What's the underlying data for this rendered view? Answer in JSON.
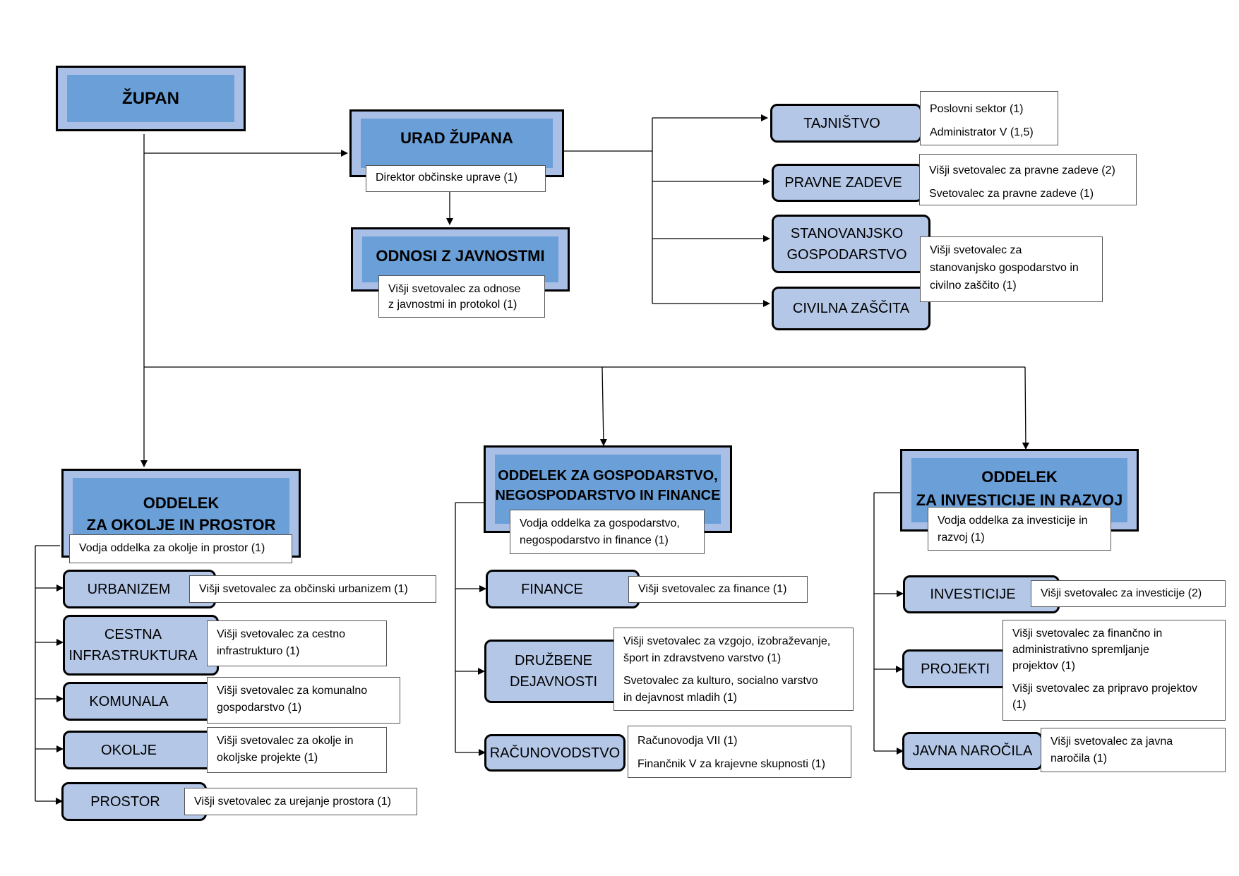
{
  "mayor": {
    "title": "ŽUPAN"
  },
  "mayor_office": {
    "title": "URAD ŽUPANA",
    "staff": [
      "Direktor občinske uprave (1)"
    ]
  },
  "public_relations": {
    "title": "ODNOSI Z JAVNOSTMI",
    "staff": [
      "Višji svetovalec za odnose",
      "z javnostmi in protokol (1)"
    ]
  },
  "office_units": [
    {
      "name": "TAJNIŠTVO",
      "staff": [
        "Poslovni sektor (1)",
        "Administrator V (1,5)"
      ]
    },
    {
      "name": "PRAVNE ZADEVE",
      "staff": [
        "Višji svetovalec za pravne zadeve (2)",
        "Svetovalec za pravne zadeve (1)"
      ]
    },
    {
      "name": "STANOVANJSKO\nGOSPODARSTVO",
      "staff": [
        "Višji svetovalec za",
        "stanovanjsko gospodarstvo in",
        "civilno zaščito (1)"
      ]
    },
    {
      "name": "CIVILNA ZAŠČITA"
    }
  ],
  "departments": [
    {
      "title": "ODDELEK\nZA OKOLJE IN PROSTOR",
      "head": [
        "Vodja oddelka za okolje in prostor (1)"
      ],
      "units": [
        {
          "name": "URBANIZEM",
          "staff": [
            "Višji svetovalec za občinski urbanizem (1)"
          ]
        },
        {
          "name": "CESTNA\nINFRASTRUKTURA",
          "staff": [
            "Višji svetovalec za cestno",
            "infrastrukturo (1)"
          ]
        },
        {
          "name": "KOMUNALA",
          "staff": [
            "Višji svetovalec za komunalno",
            "gospodarstvo (1)"
          ]
        },
        {
          "name": "OKOLJE",
          "staff": [
            "Višji svetovalec za okolje in",
            "okoljske projekte (1)"
          ]
        },
        {
          "name": "PROSTOR",
          "staff": [
            "Višji svetovalec za urejanje prostora (1)"
          ]
        }
      ]
    },
    {
      "title": "ODDELEK ZA GOSPODARSTVO,\nNEGOSPODARSTVO IN FINANCE",
      "head": [
        "Vodja oddelka za gospodarstvo,",
        "negospodarstvo in finance (1)"
      ],
      "units": [
        {
          "name": "FINANCE",
          "staff": [
            "Višji svetovalec za finance (1)"
          ]
        },
        {
          "name": "DRUŽBENE\nDEJAVNOSTI",
          "staff": [
            "Višji svetovalec za vzgojo, izobraževanje,",
            "šport in zdravstveno varstvo (1)",
            "Svetovalec za kulturo, socialno varstvo",
            "in dejavnost mladih (1)"
          ]
        },
        {
          "name": "RAČUNOVODSTVO",
          "staff": [
            "Računovodja VII (1)",
            "Finančnik V za krajevne skupnosti (1)"
          ]
        }
      ]
    },
    {
      "title": "ODDELEK\nZA INVESTICIJE IN RAZVOJ",
      "head": [
        "Vodja oddelka za investicije in",
        "razvoj (1)"
      ],
      "units": [
        {
          "name": "INVESTICIJE",
          "staff": [
            "Višji svetovalec za investicije (2)"
          ]
        },
        {
          "name": "PROJEKTI",
          "staff": [
            "Višji svetovalec za finančno in",
            "administrativno spremljanje",
            "projektov (1)",
            "Višji svetovalec za pripravo projektov",
            "(1)"
          ]
        },
        {
          "name": "JAVNA NAROČILA",
          "staff": [
            "Višji svetovalec za javna",
            "naročila (1)"
          ]
        }
      ]
    }
  ],
  "colors": {
    "box_fill": "#a9bfe6",
    "box_inner": "#6a9fd8",
    "unit_fill": "#b4c7e7",
    "line": "#000000"
  }
}
